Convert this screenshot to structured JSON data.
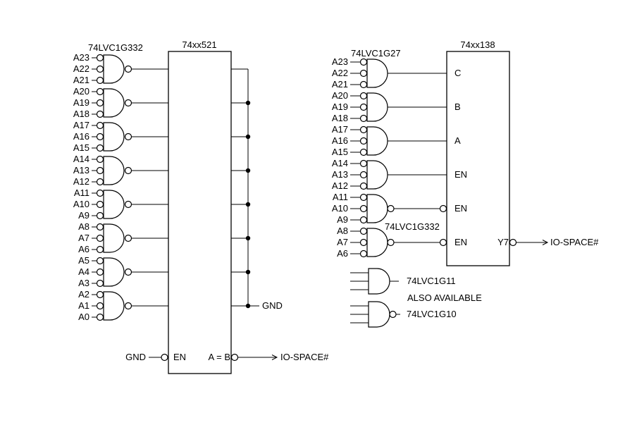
{
  "colors": {
    "line": "#000000",
    "background": "#ffffff"
  },
  "comparator": {
    "chip_title": "74xx521",
    "gate_label": "74LVC1G332",
    "inputs": [
      "A23",
      "A22",
      "A21",
      "A20",
      "A19",
      "A18",
      "A17",
      "A16",
      "A15",
      "A14",
      "A13",
      "A12",
      "A11",
      "A10",
      "A9",
      "A8",
      "A7",
      "A6",
      "A5",
      "A4",
      "A3",
      "A2",
      "A1",
      "A0"
    ],
    "gnd_net": "GND",
    "en_source_net": "GND",
    "en_pin": "EN",
    "aeqb_pin": "A = B",
    "output_net": "IO-SPACE#"
  },
  "decoder": {
    "chip_title": "74xx138",
    "gate_label_top": "74LVC1G27",
    "gate_label_mid": "74LVC1G332",
    "inputs": [
      "A23",
      "A22",
      "A21",
      "A20",
      "A19",
      "A18",
      "A17",
      "A16",
      "A15",
      "A14",
      "A13",
      "A12",
      "A11",
      "A10",
      "A9",
      "A8",
      "A7",
      "A6"
    ],
    "pins": [
      "C",
      "B",
      "A",
      "EN",
      "EN",
      "EN"
    ],
    "output_pin": "Y7",
    "output_net": "IO-SPACE#"
  },
  "footnote": {
    "and_gate": "74LVC1G11",
    "note": "ALSO AVAILABLE",
    "nand_gate": "74LVC1G10"
  }
}
